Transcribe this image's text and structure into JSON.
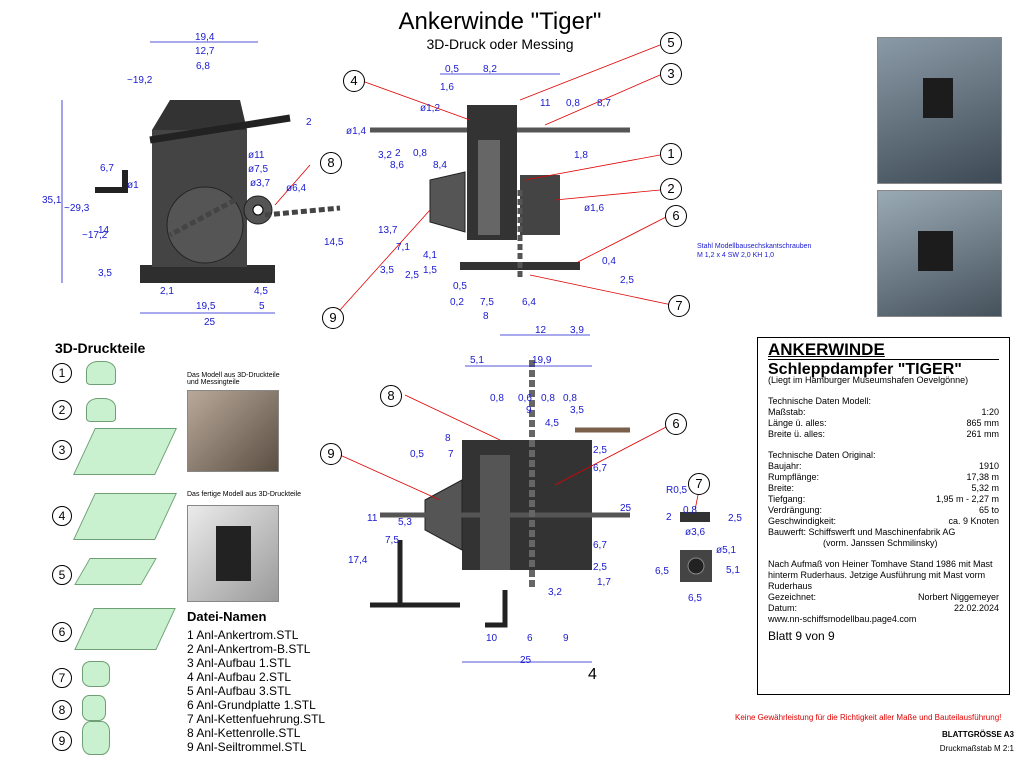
{
  "header": {
    "title": "Ankerwinde \"Tiger\"",
    "subtitle": "3D-Druck oder Messing"
  },
  "print_parts": {
    "title": "3D-Druckteile",
    "items": [
      "1",
      "2",
      "3",
      "4",
      "5",
      "6",
      "7",
      "8",
      "9"
    ]
  },
  "photo_captions": {
    "top": "Das Modell aus 3D-Druckteile und Messingteile",
    "bottom": "Das fertige Modell aus 3D-Druckteile"
  },
  "file_names": {
    "title": "Datei-Namen",
    "items": [
      "1 Anl-Ankertrom.STL",
      "2 Anl-Ankertrom-B.STL",
      "3 Anl-Aufbau 1.STL",
      "4 Anl-Aufbau 2.STL",
      "5 Anl-Aufbau 3.STL",
      "6 Anl-Grundplatte 1.STL",
      "7 Anl-Kettenfuehrung.STL",
      "8 Anl-Kettenrolle.STL",
      "9 Anl-Seiltrommel.STL"
    ]
  },
  "screw_note": {
    "line1": "Stahl Modellbausechskantschrauben",
    "line2": "M 1,2 x 4 SW 2,0 KH 1,0"
  },
  "info": {
    "heading": "ANKERWINDE",
    "ship": "Schleppdampfer \"TIGER\"",
    "location": "(Liegt im Hamburger Museumshafen Oevelgönne)",
    "model_title": "Technische Daten Modell:",
    "model": [
      {
        "label": "Maßstab:",
        "value": "1:20"
      },
      {
        "label": "Länge ü. alles:",
        "value": "865 mm"
      },
      {
        "label": "Breite ü. alles:",
        "value": "261 mm"
      }
    ],
    "original_title": "Technische Daten Original:",
    "original": [
      {
        "label": "Baujahr:",
        "value": "1910"
      },
      {
        "label": "Rumpflänge:",
        "value": "17,38 m"
      },
      {
        "label": "Breite:",
        "value": "5,32 m"
      },
      {
        "label": "Tiefgang:",
        "value": "1,95 m - 2,27 m"
      },
      {
        "label": "Verdrängung:",
        "value": "65 to"
      },
      {
        "label": "Geschwindigkeit:",
        "value": "ca. 9 Knoten"
      }
    ],
    "builder": "Bauwerft: Schiffswerft und Maschinenfabrik AG",
    "builder2": "(vorm. Janssen  Schmilinsky)",
    "note": "Nach Aufmaß von Heiner Tomhave Stand 1986 mit Mast hinterm Ruderhaus. Jetzige Ausführung mit Mast vorm Ruderhaus",
    "drawn_label": "Gezeichnet:",
    "drawn_value": "Norbert Niggemeyer",
    "date_label": "Datum:",
    "date_value": "22.02.2024",
    "website": "www.nn-schiffsmodellbau.page4.com",
    "sheet": "Blatt 9 von 9"
  },
  "footer": {
    "warning": "Keine Gewährleistung für die Richtigkeit aller Maße und Bauteilausführung!",
    "size": "BLATTGRÖSSE A3",
    "scale": "Druckmaßstab M 2:1"
  },
  "page_number": "4",
  "dimensions": {
    "front_view": [
      "19,4",
      "12,7",
      "6,8",
      "~19,2",
      "2",
      "ø1",
      "ø11",
      "ø7,5",
      "ø3,7",
      "6,7",
      "35,1",
      "~29,3",
      "~17,2",
      "14",
      "3,5",
      "ø6,4",
      "14,5",
      "2,1",
      "19,5",
      "4,5",
      "5",
      "25"
    ],
    "side_view": [
      "0,5",
      "8,2",
      "1,6",
      "11",
      "0,8",
      "8,7",
      "ø1,4",
      "ø1,2",
      "3,2",
      "2",
      "0,8",
      "8,6",
      "8,4",
      "1,8",
      "ø1,6",
      "13,7",
      "7,1",
      "4,1",
      "1,5",
      "3,5",
      "2,5",
      "0,2",
      "7,5",
      "6,4",
      "8",
      "0,5",
      "0,4",
      "2,5",
      "12",
      "3,9"
    ],
    "top_view": [
      "5,1",
      "19,9",
      "0,8",
      "0,6",
      "0,8",
      "0,8",
      "3,5",
      "4,5",
      "9",
      "8",
      "0,5",
      "7",
      "25",
      "6,7",
      "6,7",
      "2,5",
      "2,5",
      "1,7",
      "3,2",
      "17,4",
      "7,5",
      "11",
      "5,3",
      "10",
      "6",
      "9",
      "25"
    ],
    "detail": [
      "R0,5",
      "2",
      "0,8",
      "ø3,6",
      "ø5,1",
      "2,5",
      "6,5",
      "5,1",
      "6,5"
    ]
  },
  "callouts": [
    "1",
    "2",
    "3",
    "4",
    "5",
    "6",
    "7",
    "8",
    "9"
  ],
  "colors": {
    "dimension": "#1a1ad0",
    "leader": "#e00000",
    "part_green": "#c9f0cf",
    "model_dark": "#3b3b3b"
  }
}
